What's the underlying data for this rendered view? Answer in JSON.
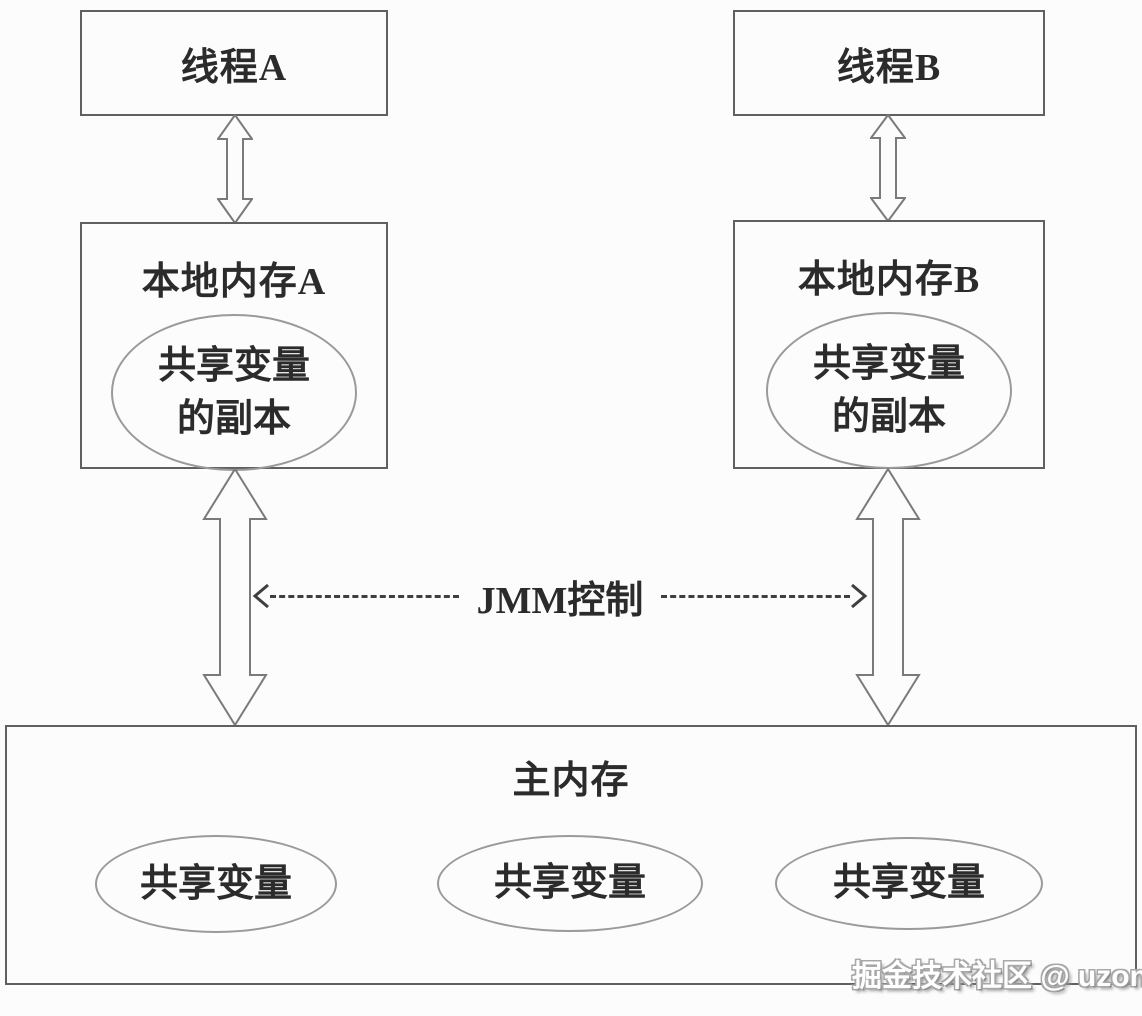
{
  "diagram": {
    "thread_a": {
      "label": "线程A"
    },
    "thread_b": {
      "label": "线程B"
    },
    "local_memory_a": {
      "title": "本地内存A",
      "copy_line1": "共享变量",
      "copy_line2": "的副本"
    },
    "local_memory_b": {
      "title": "本地内存B",
      "copy_line1": "共享变量",
      "copy_line2": "的副本"
    },
    "jmm_control_label": "JMM控制",
    "main_memory": {
      "title": "主内存",
      "shared_vars": [
        "共享变量",
        "共享变量",
        "共享变量"
      ]
    },
    "watermark": "掘金技术社区 @ uzong"
  },
  "colors": {
    "background": "#fcfcfc",
    "box_border": "#606060",
    "ellipse_border": "#9a9a9a",
    "arrow_stroke": "#7a7a7a",
    "dash": "#3f3f3f",
    "text": "#2b2b2b",
    "watermark_fill": "#ffffff",
    "watermark_outline": "#8f8f8f"
  }
}
